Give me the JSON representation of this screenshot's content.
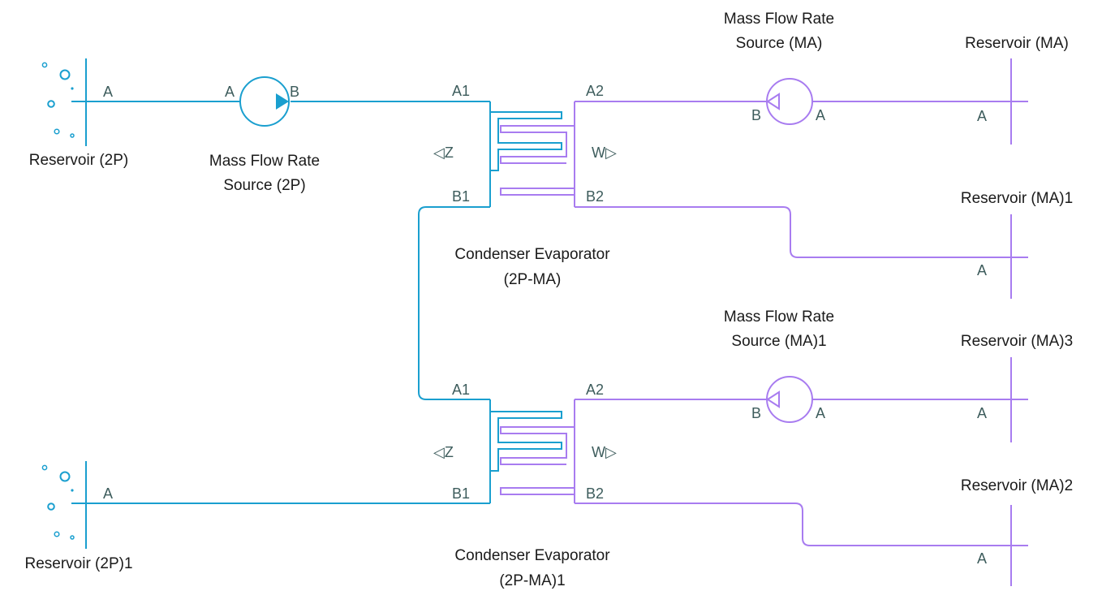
{
  "colors": {
    "two_phase": "#1a9fcf",
    "moist_air": "#a87cf0",
    "port_text": "#3d5c5c",
    "block_text": "#1a1a1a"
  },
  "blocks": {
    "reservoir_2p": {
      "name": "Reservoir (2P)",
      "port_a": "A"
    },
    "reservoir_2p1": {
      "name": "Reservoir (2P)1",
      "port_a": "A"
    },
    "mfr_source_2p": {
      "name_line1": "Mass Flow Rate",
      "name_line2": "Source (2P)",
      "port_a": "A",
      "port_b": "B"
    },
    "cond_evap": {
      "name_line1": "Condenser Evaporator",
      "name_line2": "(2P-MA)",
      "port_a1": "A1",
      "port_b1": "B1",
      "port_a2": "A2",
      "port_b2": "B2",
      "port_z": "◁Z",
      "port_w": "W▷"
    },
    "cond_evap1": {
      "name_line1": "Condenser Evaporator",
      "name_line2": "(2P-MA)1",
      "port_a1": "A1",
      "port_b1": "B1",
      "port_a2": "A2",
      "port_b2": "B2",
      "port_z": "◁Z",
      "port_w": "W▷"
    },
    "mfr_source_ma": {
      "name_line1": "Mass Flow Rate",
      "name_line2": "Source (MA)",
      "port_a": "A",
      "port_b": "B"
    },
    "mfr_source_ma1": {
      "name_line1": "Mass Flow Rate",
      "name_line2": "Source (MA)1",
      "port_a": "A",
      "port_b": "B"
    },
    "reservoir_ma": {
      "name": "Reservoir (MA)",
      "port_a": "A"
    },
    "reservoir_ma1": {
      "name": "Reservoir (MA)1",
      "port_a": "A"
    },
    "reservoir_ma3": {
      "name": "Reservoir (MA)3",
      "port_a": "A"
    },
    "reservoir_ma2": {
      "name": "Reservoir (MA)2",
      "port_a": "A"
    }
  }
}
